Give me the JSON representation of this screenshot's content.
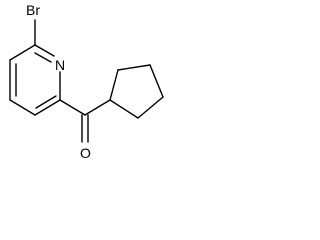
{
  "molecule": {
    "atoms": {
      "bromine": "Br",
      "nitrogen": "N",
      "oxygen": "O"
    }
  },
  "colors": {
    "background": "#ffffff",
    "ink": "#000000"
  }
}
